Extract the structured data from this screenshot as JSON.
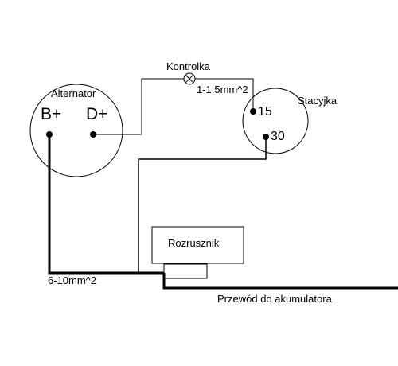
{
  "alternator": {
    "label": "Alternator",
    "terminal_b": "B+",
    "terminal_d": "D+"
  },
  "indicator_lamp": {
    "label": "Kontrolka",
    "wire_gauge": "1-1,5mm^2"
  },
  "ignition_switch": {
    "label": "Stacyjka",
    "terminal_15": "15",
    "terminal_30": "30"
  },
  "starter": {
    "label": "Rozrusznik"
  },
  "main_wire": {
    "gauge": "6-10mm^2"
  },
  "battery_wire": {
    "label": "Przewód do akumulatora"
  },
  "colors": {
    "line": "#000000",
    "background": "#ffffff"
  }
}
